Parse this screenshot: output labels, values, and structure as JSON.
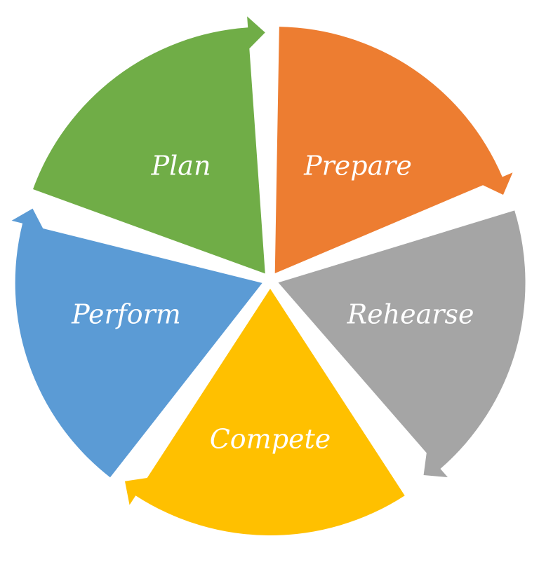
{
  "title": "",
  "segments": [
    {
      "label": "Prepare",
      "color": "#ED7D31"
    },
    {
      "label": "Rehearse",
      "color": "#A5A5A5"
    },
    {
      "label": "Compete",
      "color": "#FFC000"
    },
    {
      "label": "Perform",
      "color": "#5B9BD5"
    },
    {
      "label": "Plan",
      "color": "#70AD47"
    }
  ]
}
